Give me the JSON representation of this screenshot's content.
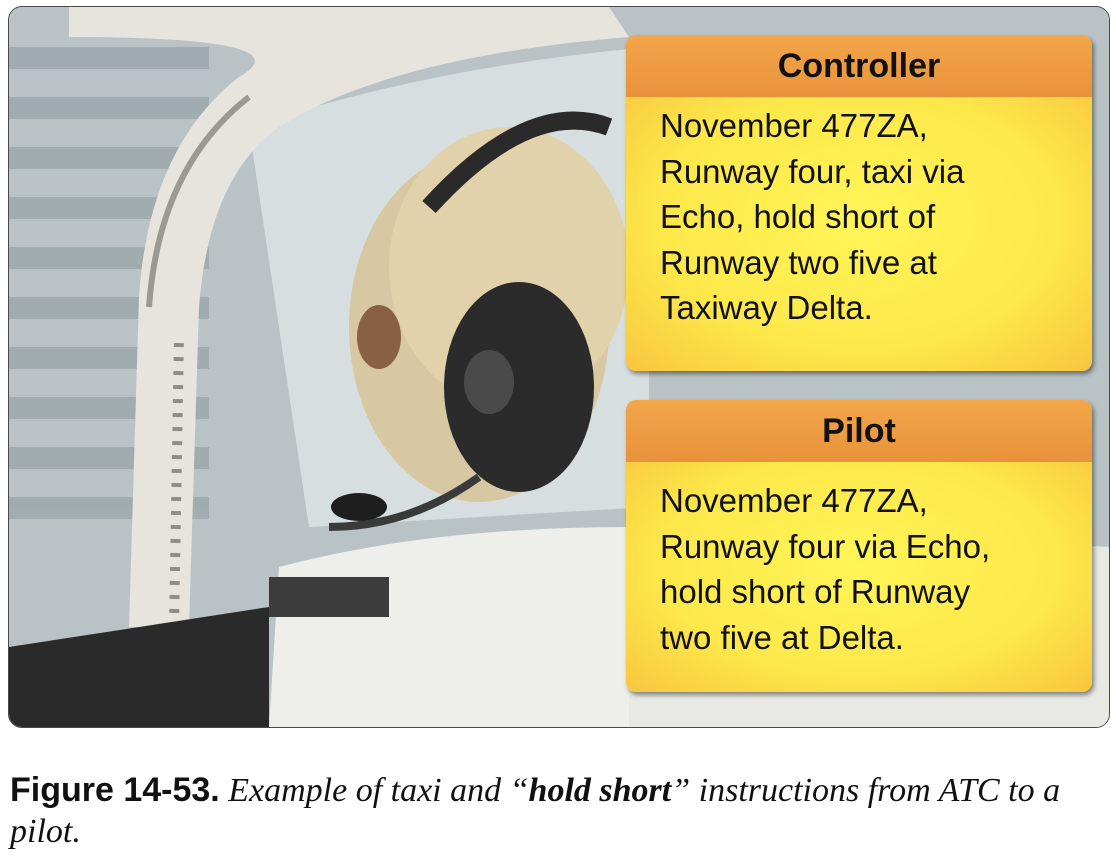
{
  "callouts": {
    "controller": {
      "title": "Controller",
      "lines": [
        "November 477ZA,",
        "Runway four, taxi via",
        "Echo, hold short of",
        "Runway two five at",
        "Taxiway Delta."
      ]
    },
    "pilot": {
      "title": "Pilot",
      "lines": [
        "November 477ZA,",
        "Runway four via Echo,",
        "hold short of Runway",
        "two five at Delta."
      ]
    }
  },
  "caption": {
    "label": "Figure 14-53.",
    "text_before": " Example of taxi and “",
    "emphasis": "hold short",
    "text_after": "” instructions from ATC to a pilot."
  },
  "colors": {
    "header_orange": "#ea963d",
    "body_yellow": "#fde84a",
    "frame_border": "#4a4a4a"
  }
}
